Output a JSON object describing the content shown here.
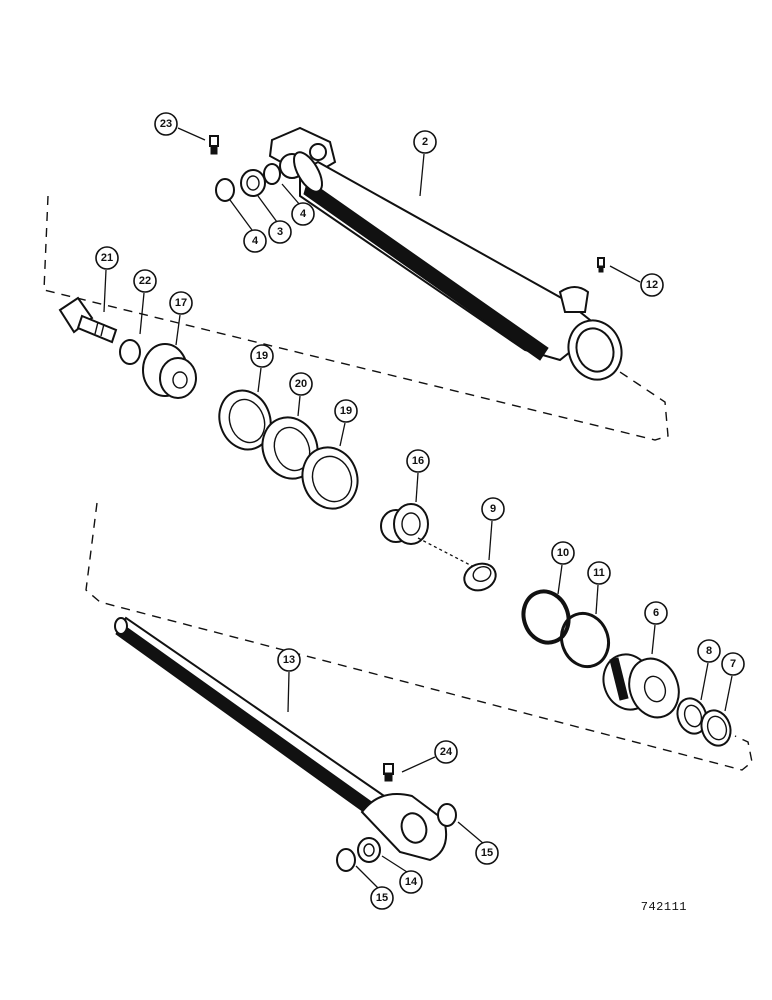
{
  "callouts": [
    {
      "id": "c23",
      "label": "23"
    },
    {
      "id": "c2",
      "label": "2"
    },
    {
      "id": "c4a",
      "label": "4"
    },
    {
      "id": "c3",
      "label": "3"
    },
    {
      "id": "c4b",
      "label": "4"
    },
    {
      "id": "c12",
      "label": "12"
    },
    {
      "id": "c21",
      "label": "21"
    },
    {
      "id": "c22",
      "label": "22"
    },
    {
      "id": "c17",
      "label": "17"
    },
    {
      "id": "c19a",
      "label": "19"
    },
    {
      "id": "c20",
      "label": "20"
    },
    {
      "id": "c19b",
      "label": "19"
    },
    {
      "id": "c16",
      "label": "16"
    },
    {
      "id": "c9",
      "label": "9"
    },
    {
      "id": "c10",
      "label": "10"
    },
    {
      "id": "c11",
      "label": "11"
    },
    {
      "id": "c6",
      "label": "6"
    },
    {
      "id": "c8",
      "label": "8"
    },
    {
      "id": "c7",
      "label": "7"
    },
    {
      "id": "c13",
      "label": "13"
    },
    {
      "id": "c24",
      "label": "24"
    },
    {
      "id": "c15a",
      "label": "15"
    },
    {
      "id": "c14",
      "label": "14"
    },
    {
      "id": "c15b",
      "label": "15"
    }
  ],
  "figure_number": "742111"
}
